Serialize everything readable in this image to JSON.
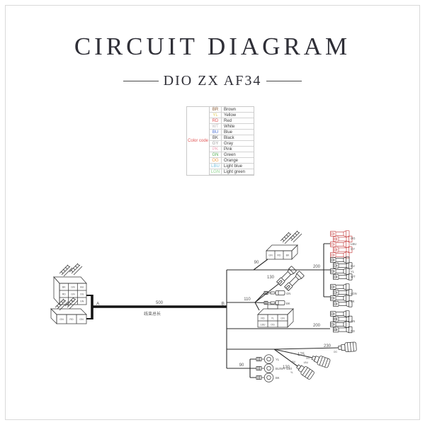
{
  "header": {
    "title": "CIRCUIT DIAGRAM",
    "subtitle": "DIO ZX AF34"
  },
  "legend": {
    "header": "Color code",
    "rows": [
      {
        "code": "BR",
        "name": "Brown",
        "color": "#8a5a33"
      },
      {
        "code": "YL",
        "name": "Yellow",
        "color": "#e0cc5a"
      },
      {
        "code": "RD",
        "name": "Red",
        "color": "#e05555"
      },
      {
        "code": "WT",
        "name": "White",
        "color": "#bcbcbc"
      },
      {
        "code": "BU",
        "name": "Blue",
        "color": "#4a6fd4"
      },
      {
        "code": "BK",
        "name": "Black",
        "color": "#4a4a4a"
      },
      {
        "code": "GY",
        "name": "Gray",
        "color": "#9a9a9a"
      },
      {
        "code": "PK",
        "name": "Pink",
        "color": "#f2a0b5"
      },
      {
        "code": "GN",
        "name": "Green",
        "color": "#58b158"
      },
      {
        "code": "OG",
        "name": "Orange",
        "color": "#f0a04a"
      },
      {
        "code": "LBU",
        "name": "Light blue",
        "color": "#79c3e0"
      },
      {
        "code": "LGN",
        "name": "Light green",
        "color": "#8fd48f"
      }
    ]
  },
  "diagram": {
    "accent": "#e05555",
    "point_a": "A",
    "point_b": "B",
    "main_len": "500",
    "main_note": "线束总长",
    "dims": {
      "top90": "90",
      "top200": "200",
      "d130": "130",
      "d110": "110",
      "mid200": "200",
      "d230": "230",
      "d175": "175",
      "low130": "130",
      "low90": "90",
      "ring130": "130"
    },
    "conn9": [
      {
        "t": "BK",
        "c": "#555555"
      },
      {
        "t": "GN",
        "c": "#58b158"
      },
      {
        "t": "BU",
        "c": "#4a6fd4"
      },
      {
        "t": "RD",
        "c": "#e05555"
      },
      {
        "t": "GN",
        "c": "#58b158"
      },
      {
        "t": "OG",
        "c": "#f0a04a"
      },
      {
        "t": "YL",
        "c": "#cdb84a"
      },
      {
        "t": "GY",
        "c": "#9a9a9a"
      },
      {
        "t": "GN",
        "c": "#58b158"
      }
    ],
    "conn3_left": [
      {
        "t": "GN",
        "c": "#58b158"
      },
      {
        "t": "RD",
        "c": "#e05555"
      },
      {
        "t": "GN",
        "c": "#58b158"
      }
    ],
    "conn3_top": [
      {
        "t": "GN",
        "c": "#58b158"
      },
      {
        "t": "RD",
        "c": "#e05555"
      },
      {
        "t": "BK",
        "c": "#555555"
      }
    ],
    "conn6": [
      {
        "t": "RD",
        "c": "#e05555"
      },
      {
        "t": "YL",
        "c": "#cdb84a"
      },
      {
        "t": "GN",
        "c": "#58b158"
      },
      {
        "t": "LBU",
        "c": "#79c3e0"
      },
      {
        "t": "OG",
        "c": "#f0a04a"
      },
      {
        "t": "",
        "c": "#999999"
      }
    ],
    "group1": [
      {
        "t": "OG",
        "c": "#f0a04a"
      },
      {
        "t": "LBU",
        "c": "#79c3e0"
      },
      {
        "t": "GY",
        "c": "#9a9a9a"
      }
    ],
    "group2": [
      {
        "t": "BU",
        "c": "#4a6fd4"
      },
      {
        "t": "YL",
        "c": "#cdb84a"
      },
      {
        "t": "WT",
        "c": "#b5b5b5"
      }
    ],
    "group3": [
      {
        "t": "LGN",
        "c": "#8fd48f"
      },
      {
        "t": "BK",
        "c": "#555555"
      }
    ],
    "group4": [
      {
        "t": "GN",
        "c": "#58b158"
      },
      {
        "t": "RD",
        "c": "#e05555"
      }
    ],
    "bullets": [
      {
        "t": "GN",
        "c": "#58b158"
      },
      {
        "t": "BK",
        "c": "#555555"
      }
    ],
    "rings": [
      {
        "t": "YL",
        "c": "#cdb84a"
      },
      {
        "t": "BU/WT",
        "c": "#5b8dd9"
      },
      {
        "t": "BK",
        "c": "#555555"
      }
    ],
    "cyl230_tag": {
      "t": "OG",
      "c": "#e8c94d"
    },
    "cyl175_tags": [
      {
        "t": "OG",
        "c": "#e8c94d"
      },
      {
        "t": "LBU",
        "c": "#79c3e0"
      }
    ],
    "cyl130_tags": [
      {
        "t": "BU",
        "c": "#7aa7d9"
      },
      {
        "t": "YL",
        "c": "#cdb84a"
      }
    ]
  }
}
